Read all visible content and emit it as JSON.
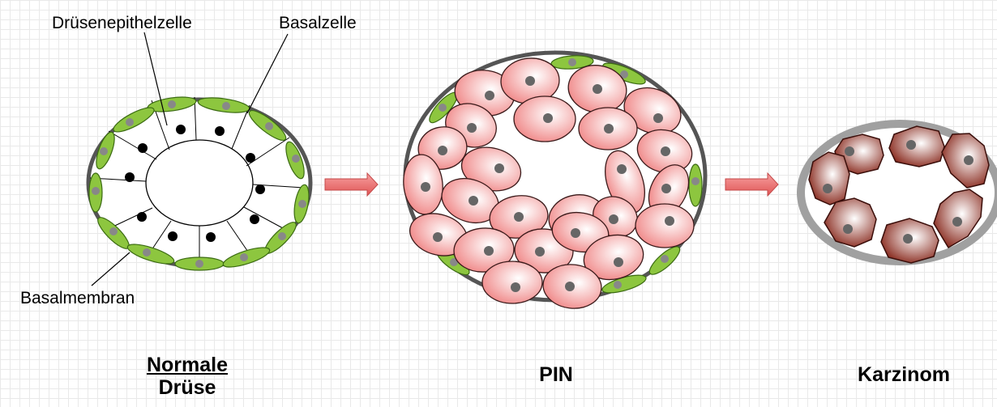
{
  "labels": {
    "glandular_cell": "Drüsenepithelzelle",
    "basal_cell": "Basalzelle",
    "basement_membrane": "Basalmembran"
  },
  "stages": {
    "normal_line1": "Normale",
    "normal_line2": "Drüse",
    "pin": "PIN",
    "carcinoma": "Karzinom"
  },
  "colors": {
    "grid": "#e9e9e9",
    "membrane": "#555555",
    "basal_green": "#8dc63f",
    "pin_cell_center": "#ffffff",
    "pin_cell_edge": "#f08a8a",
    "carcinoma_edge": "#8b2e22",
    "nucleus": "#666666",
    "arrow": "#f07878"
  },
  "icons": [
    "right-arrow-icon",
    "right-arrow-icon"
  ]
}
